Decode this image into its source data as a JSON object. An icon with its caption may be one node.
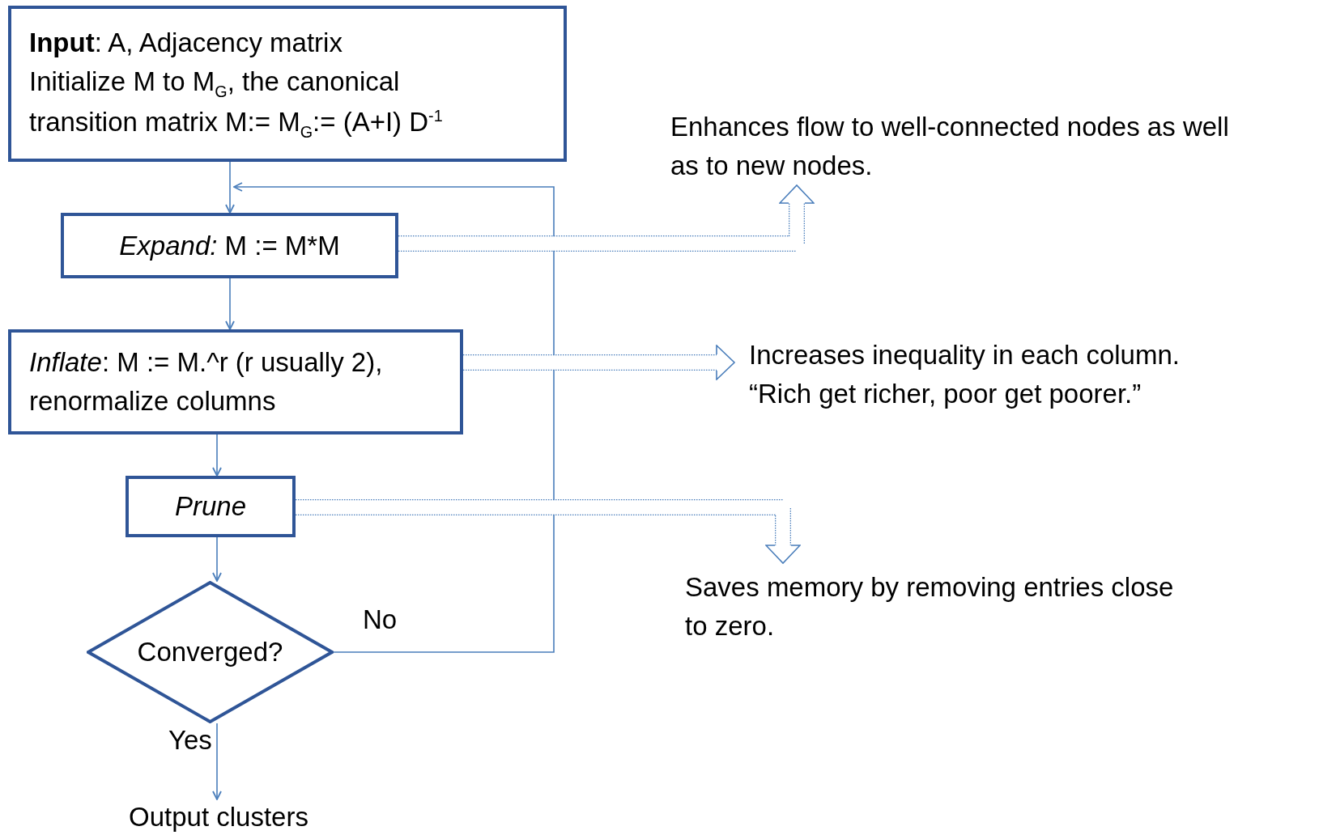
{
  "diagram": {
    "nodes": [
      {
        "text": [
          "**Input**: A, Adjacency matrix",
          "Initialize M to M$_{G}$, the canonical transition matrix M:= M$_{G}$:= (A+I) D$^{-1}$"
        ]
      },
      {
        "text": [
          "*Expand:* M := M*M"
        ]
      },
      {
        "text": [
          "*Inflate*: M := M.^r (r usually 2), renormalize columns"
        ]
      },
      {
        "text": [
          "Prune"
        ]
      },
      {
        "text": [
          "Converged?"
        ]
      },
      {
        "text": [
          "Output clusters"
        ]
      },
      {
        "text": [
          "Enhances flow to well-connected nodes as well as to new nodes."
        ]
      },
      {
        "text": [
          "Increases inequality in each column.",
          "“Rich get richer, poor get poorer.”"
        ]
      },
      {
        "text": [
          "Saves memory by removing entries close to zero."
        ]
      }
    ],
    "edges": [
      {
        "from": 0,
        "to": 1,
        "arrow": "to"
      },
      {
        "from": 1,
        "to": 2,
        "arrow": "to"
      },
      {
        "from": 2,
        "to": 3,
        "arrow": "to"
      },
      {
        "from": 3,
        "to": 4,
        "arrow": "to"
      },
      {
        "from": 4,
        "to": 5,
        "arrow": "to",
        "label": "Yes"
      },
      {
        "from": 4,
        "to": 1,
        "arrow": "to",
        "label": "No"
      },
      {
        "from": 1,
        "to": 6,
        "arrow": "to",
        "style": "dashed"
      },
      {
        "from": 2,
        "to": 7,
        "arrow": "to",
        "style": "dashed"
      },
      {
        "from": 3,
        "to": 8,
        "arrow": "to",
        "style": "dashed"
      }
    ]
  }
}
